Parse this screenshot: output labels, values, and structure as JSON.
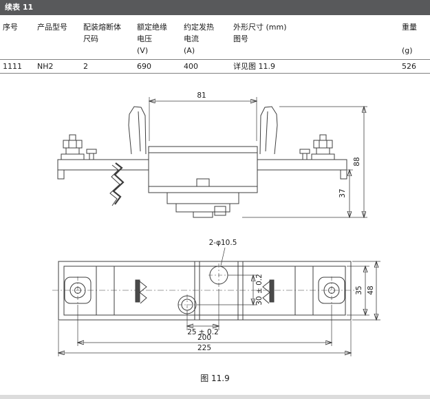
{
  "page": {
    "header_title": "续表 11",
    "figure_caption": "图 11.9"
  },
  "table": {
    "columns": [
      {
        "line1": "序号",
        "line2": "",
        "line3": ""
      },
      {
        "line1": "产品型号",
        "line2": "",
        "line3": ""
      },
      {
        "line1": "配装熔断体",
        "line2": "尺码",
        "line3": ""
      },
      {
        "line1": "额定绝缘",
        "line2": "电压",
        "line3": "(V)"
      },
      {
        "line1": "约定发热",
        "line2": "电流",
        "line3": "(A)"
      },
      {
        "line1": "外形尺寸 (mm)",
        "line2": "图号",
        "line3": ""
      },
      {
        "line1": "重量",
        "line2": "",
        "line3": "(g)"
      }
    ],
    "row": {
      "serial": "1111",
      "model": "NH2",
      "fuse_size": "2",
      "voltage": "690",
      "current": "400",
      "dimensions_ref": "详见图 11.9",
      "weight": "526"
    }
  },
  "drawing": {
    "dims": {
      "top_width": "81",
      "total_height": "88",
      "base_height": "37",
      "holes": "2-φ10.5",
      "hole_vertical": "30 ± 0.2",
      "hole_horizontal": "25 ± 0.2",
      "center_distance": "200",
      "total_length": "225",
      "inner_width": "35",
      "outer_width": "48"
    }
  }
}
